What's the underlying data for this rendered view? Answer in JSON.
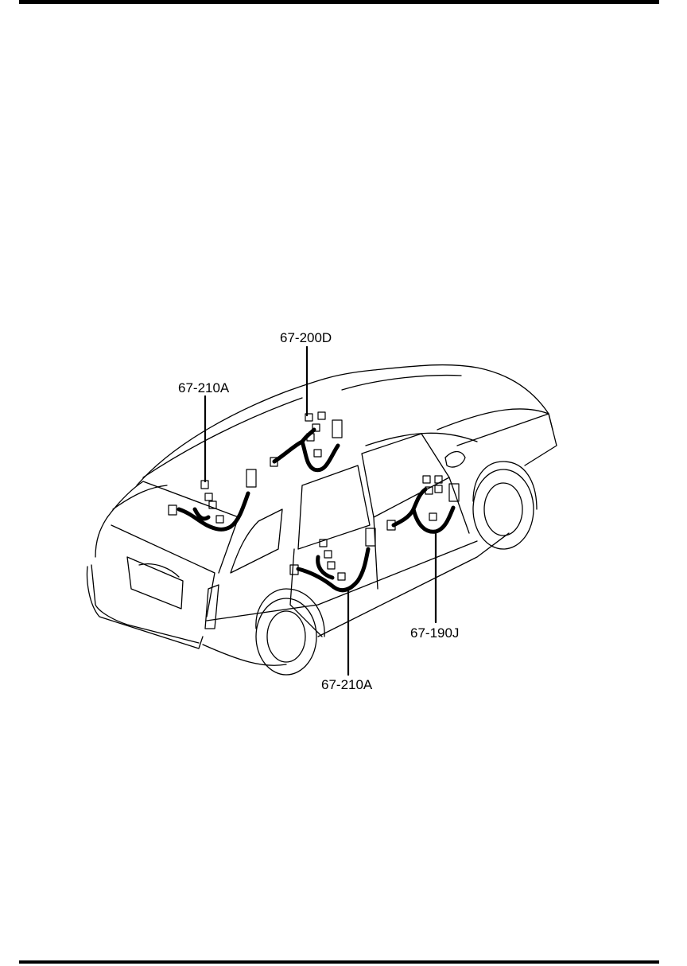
{
  "callouts": {
    "door_harness_rear_left_upper": "67-200D",
    "door_harness_back_left": "67-210A",
    "door_harness_front_right": "67-190J",
    "door_harness_rear_right": "67-210A"
  },
  "colors": {
    "line": "#000000",
    "background": "#ffffff"
  }
}
